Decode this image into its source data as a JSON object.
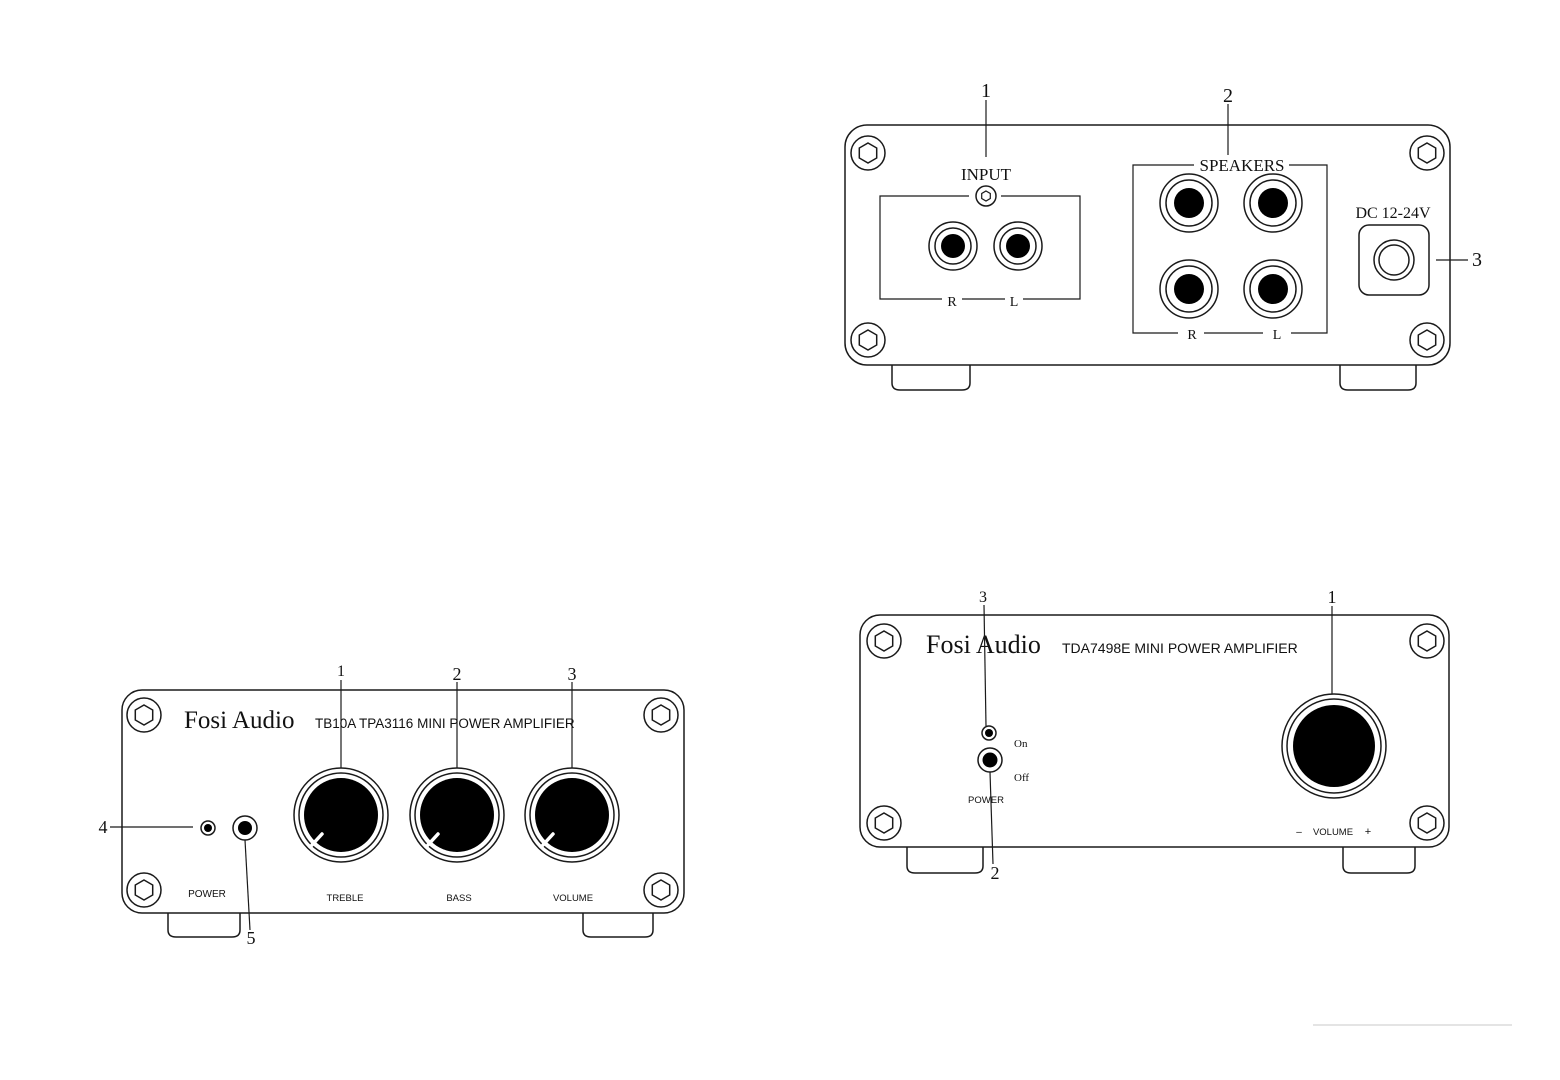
{
  "rear_panel": {
    "callouts": {
      "c1": "1",
      "c2": "2",
      "c3": "3"
    },
    "input_label": "INPUT",
    "speakers_label": "SPEAKERS",
    "dc_label": "DC 12-24V",
    "input_r": "R",
    "input_l": "L",
    "spk_r": "R",
    "spk_l": "L"
  },
  "front_tb10a": {
    "brand": "Fosi Audio",
    "model": "TB10A TPA3116 MINI POWER AMPLIFIER",
    "callouts": {
      "c1": "1",
      "c2": "2",
      "c3": "3",
      "c4": "4",
      "c5": "5"
    },
    "power_label": "POWER",
    "treble_label": "TREBLE",
    "bass_label": "BASS",
    "volume_label": "VOLUME"
  },
  "front_tda7498e": {
    "brand": "Fosi Audio",
    "model": "TDA7498E MINI POWER AMPLIFIER",
    "callouts": {
      "c1": "1",
      "c2": "2",
      "c3": "3"
    },
    "on_label": "On",
    "off_label": "Off",
    "power_label": "POWER",
    "volume_minus": "–",
    "volume_label": "VOLUME",
    "volume_plus": "+"
  }
}
